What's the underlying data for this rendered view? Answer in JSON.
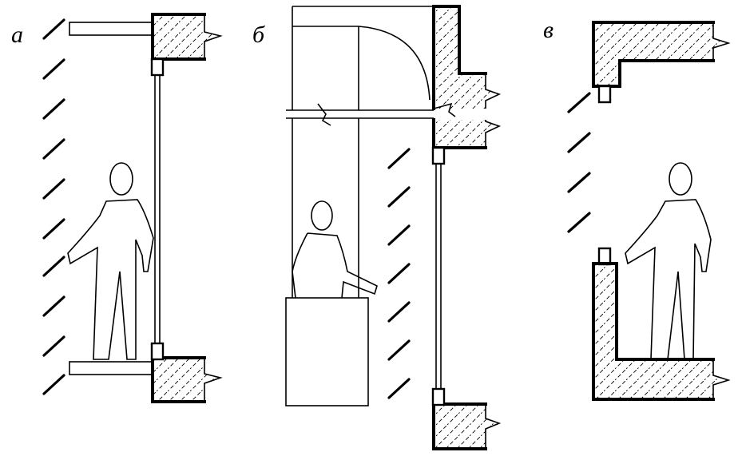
{
  "panels": [
    {
      "id": "a",
      "label": "а"
    },
    {
      "id": "b",
      "label": "б"
    },
    {
      "id": "v",
      "label": "в"
    }
  ],
  "colors": {
    "ink": "#000000",
    "background": "#ffffff"
  }
}
